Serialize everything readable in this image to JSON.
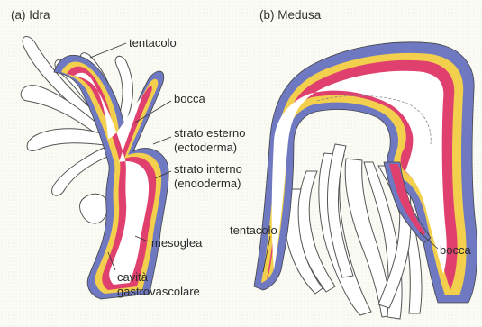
{
  "panels": {
    "hydra": "(a) Idra",
    "medusa": "(b) Medusa"
  },
  "hydra_labels": {
    "tentacle": "tentacolo",
    "mouth": "bocca",
    "outer_layer": "strato esterno",
    "outer_layer_sub": "(ectoderma)",
    "inner_layer": "strato interno",
    "inner_layer_sub": "(endoderma)",
    "mesoglea": "mesoglea",
    "cavity": "cavità",
    "cavity_sub": "gastrovascolare"
  },
  "medusa_labels": {
    "tentacle": "tentacolo",
    "mouth": "bocca"
  },
  "colors": {
    "ectoderm": "#6f79c2",
    "endoderm": "#e0406e",
    "mesoglea": "#f2cf4c",
    "tentacle_fill": "#ffffff",
    "outline": "#555555"
  }
}
